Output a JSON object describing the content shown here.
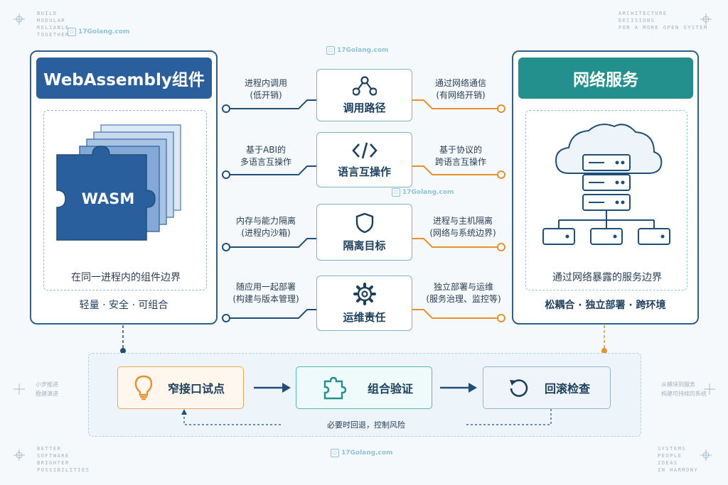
{
  "corners": {
    "top_left": "BUILD\nMODULAR\nRELIABLE\nTOGETHER",
    "top_right": "ARCHITECTURE\nDECISIONS\nFOR A MORE OPEN SYSTEM",
    "mid_left": "小步推进\n稳健演进",
    "mid_right": "从模块到服务\n构建可持续的系统",
    "bottom_left": "BETTER\nSOFTWARE\nBRIGHTER\nPOSSIBILITIES",
    "bottom_right": "SYSTEMS\nPEOPLE\nIDEAS\nIN HARMONY"
  },
  "watermark": "17Golang.com",
  "left_panel": {
    "title": "WebAssembly组件",
    "wasm_label": "WASM",
    "boundary": "在同一进程内的组件边界",
    "traits": "轻量 · 安全 · 可组合"
  },
  "right_panel": {
    "title": "网络服务",
    "boundary": "通过网络暴露的服务边界",
    "traits": "松耦合 · 独立部署 · 跨环境"
  },
  "comparisons": [
    {
      "label": "调用路径",
      "icon": "path-nodes-icon",
      "left": "进程内调用\n(低开销)",
      "right": "通过网络通信\n(有网络开销)"
    },
    {
      "label": "语言互操作",
      "icon": "code-brackets-icon",
      "left": "基于ABI的\n多语言互操作",
      "right": "基于协议的\n跨语言互操作"
    },
    {
      "label": "隔离目标",
      "icon": "shield-icon",
      "left": "内存与能力隔离\n(进程内沙箱)",
      "right": "进程与主机隔离\n(网络与系统边界)"
    },
    {
      "label": "运维责任",
      "icon": "gear-icon",
      "left": "随应用一起部署\n(构建与版本管理)",
      "right": "独立部署与运维\n(服务治理、监控等)"
    }
  ],
  "flow": {
    "steps": [
      {
        "label": "窄接口试点",
        "icon": "lightbulb-icon"
      },
      {
        "label": "组合验证",
        "icon": "puzzle-icon"
      },
      {
        "label": "回滚检查",
        "icon": "rollback-icon"
      }
    ],
    "loop_label": "必要时回退，控制风险"
  },
  "colors": {
    "left_accent": "#2a5f9e",
    "right_accent": "#24908e",
    "left_connector": "#1f4e79",
    "right_connector": "#e8902a"
  }
}
